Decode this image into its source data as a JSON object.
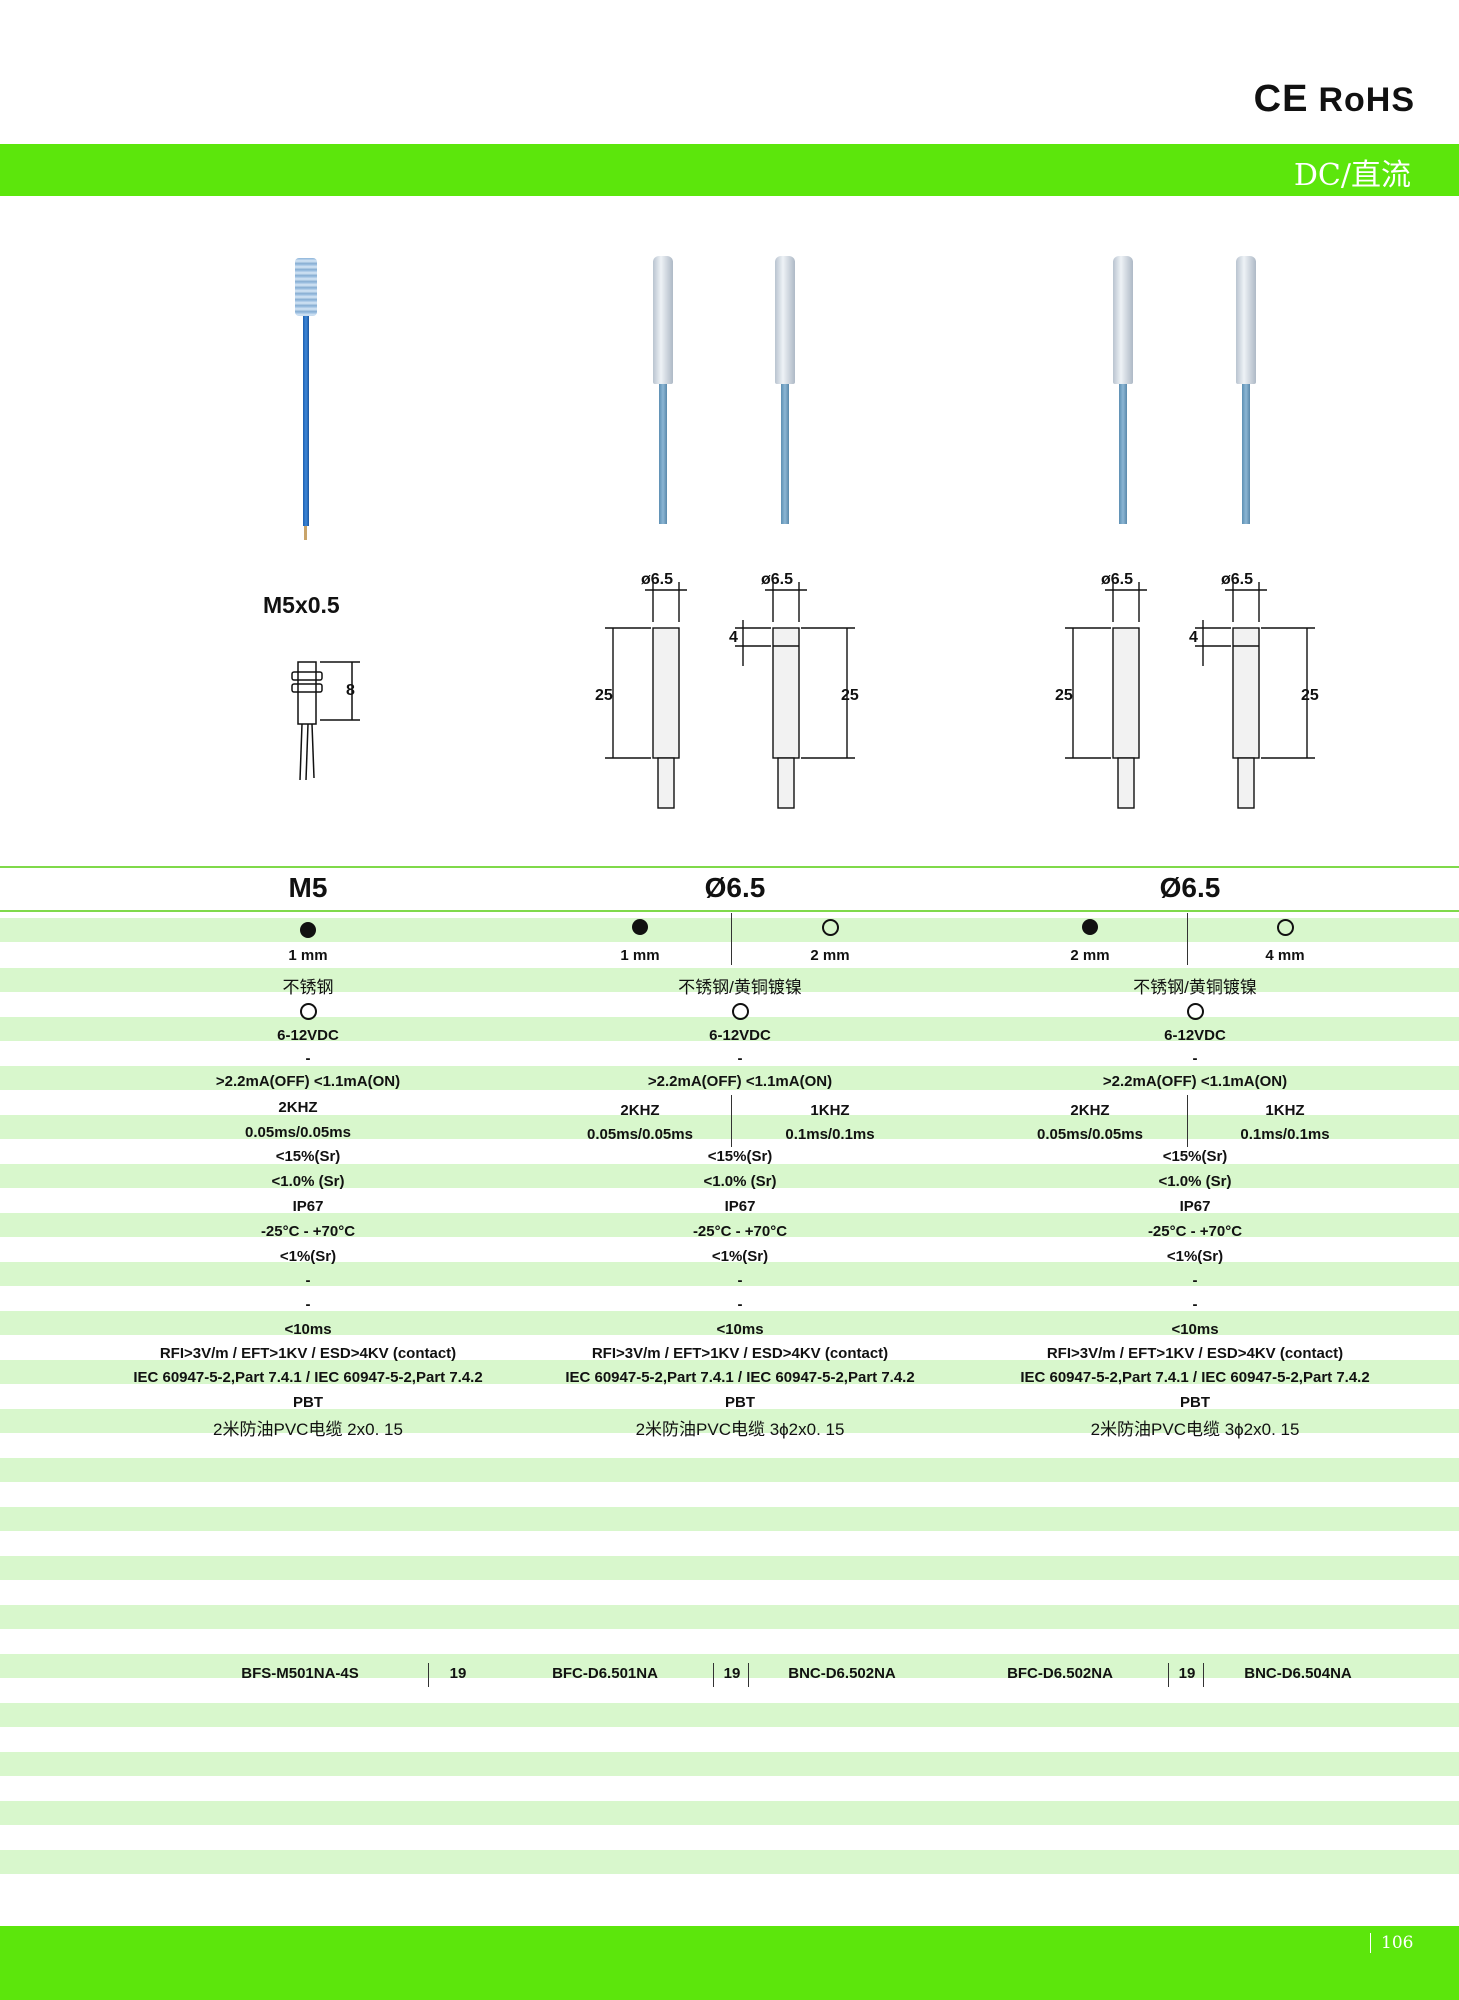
{
  "header": {
    "ce": "CE",
    "rohs": "RoHS",
    "band_label": "DC/直流"
  },
  "drawings": {
    "m5_title": "M5x0.5",
    "m5_length": "8",
    "d65": {
      "dia": "6.5",
      "dia_prefix": "ø",
      "head": "4",
      "length": "25"
    }
  },
  "columns": [
    {
      "title": "M5",
      "symbol": "",
      "nums": [
        "1 mm"
      ],
      "material": "不锈钢",
      "voltage": "6-12VDC",
      "dash1": "-",
      "current": ">2.2mA(OFF)  <1.1mA(ON)",
      "freq": [
        "2KHZ"
      ],
      "time": [
        "0.05ms/0.05ms"
      ],
      "hyst": "<15%(Sr)",
      "repeat": "<1.0% (Sr)",
      "ip": "IP67",
      "temp": "-25°C  - +70°C",
      "drift": "<1%(Sr)",
      "dash2": "-",
      "dash3": "-",
      "delay": "<10ms",
      "emc1": "RFI>3V/m   /   EFT>1KV   /   ESD>4KV (contact)",
      "emc2": "IEC 60947-5-2,Part 7.4.1 /  IEC 60947-5-2,Part 7.4.2",
      "housing": "PBT",
      "cable": "2米防油PVC电缆  2x0. 15",
      "models": [
        "BFS-M501NA-4S",
        "19"
      ]
    },
    {
      "title": "6.5",
      "symbol": "Ø",
      "nums": [
        "1 mm",
        "2 mm"
      ],
      "material": "不锈钢/黄铜镀镍",
      "voltage": "6-12VDC",
      "dash1": "-",
      "current": ">2.2mA(OFF)  <1.1mA(ON)",
      "freq": [
        "2KHZ",
        "1KHZ"
      ],
      "time": [
        "0.05ms/0.05ms",
        "0.1ms/0.1ms"
      ],
      "hyst": "<15%(Sr)",
      "repeat": "<1.0% (Sr)",
      "ip": "IP67",
      "temp": "-25°C  - +70°C",
      "drift": "<1%(Sr)",
      "dash2": "-",
      "dash3": "-",
      "delay": "<10ms",
      "emc1": "RFI>3V/m   /   EFT>1KV   /   ESD>4KV (contact)",
      "emc2": "IEC 60947-5-2,Part 7.4.1 /  IEC 60947-5-2,Part 7.4.2",
      "housing": "PBT",
      "cable": "2米防油PVC电缆  3ϕ2x0. 15",
      "models": [
        "BFC-D6.501NA",
        "19",
        "BNC-D6.502NA"
      ]
    },
    {
      "title": "6.5",
      "symbol": "Ø",
      "nums": [
        "2 mm",
        "4 mm"
      ],
      "material": "不锈钢/黄铜镀镍",
      "voltage": "6-12VDC",
      "dash1": "-",
      "current": ">2.2mA(OFF)  <1.1mA(ON)",
      "freq": [
        "2KHZ",
        "1KHZ"
      ],
      "time": [
        "0.05ms/0.05ms",
        "0.1ms/0.1ms"
      ],
      "hyst": "<15%(Sr)",
      "repeat": "<1.0% (Sr)",
      "ip": "IP67",
      "temp": "-25°C  - +70°C",
      "drift": "<1%(Sr)",
      "dash2": "-",
      "dash3": "-",
      "delay": "<10ms",
      "emc1": "RFI>3V/m   /   EFT>1KV   /   ESD>4KV (contact)",
      "emc2": "IEC 60947-5-2,Part 7.4.1 /  IEC 60947-5-2,Part 7.4.2",
      "housing": "PBT",
      "cable": "2米防油PVC电缆  3ϕ2x0. 15",
      "models": [
        "BFC-D6.502NA",
        "19",
        "BNC-D6.504NA"
      ]
    }
  ],
  "footer": {
    "page": "106"
  },
  "colors": {
    "band": "#5ce60c",
    "stripe": "#d8f7cc",
    "rule": "#7fd94a"
  }
}
